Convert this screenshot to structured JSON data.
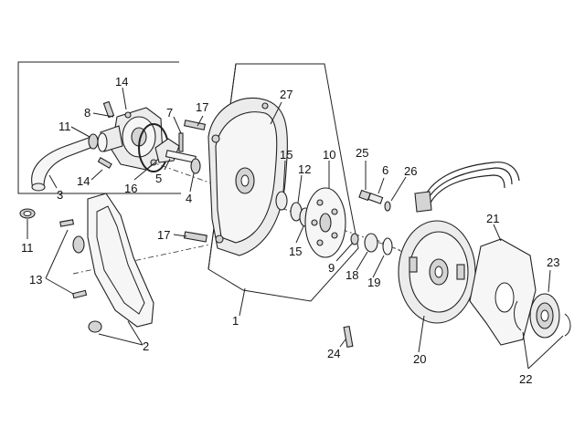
{
  "callouts": {
    "c1": "1",
    "c2": "2",
    "c3": "3",
    "c4": "4",
    "c5": "5",
    "c6": "6",
    "c7": "7",
    "c8": "8",
    "c9": "9",
    "c10": "10",
    "c11a": "11",
    "c11b": "11",
    "c12": "12",
    "c13": "13",
    "c14a": "14",
    "c14b": "14",
    "c15a": "15",
    "c15b": "15",
    "c16": "16",
    "c17a": "17",
    "c17b": "17",
    "c18": "18",
    "c19": "19",
    "c20": "20",
    "c21": "21",
    "c22": "22",
    "c23": "23",
    "c24": "24",
    "c25": "25",
    "c26": "26",
    "c27": "27"
  },
  "colors": {
    "line": "#222222",
    "fill": "#ececec",
    "shade": "#d4d4d4",
    "background": "#ffffff"
  },
  "icons": [
    "water-pump-icon",
    "pump-hose-icon",
    "side-cover-icon",
    "flywheel-cover-icon",
    "impeller-icon",
    "stator-icon",
    "pulse-plate-icon",
    "flywheel-nut-icon",
    "bolt-icon"
  ]
}
